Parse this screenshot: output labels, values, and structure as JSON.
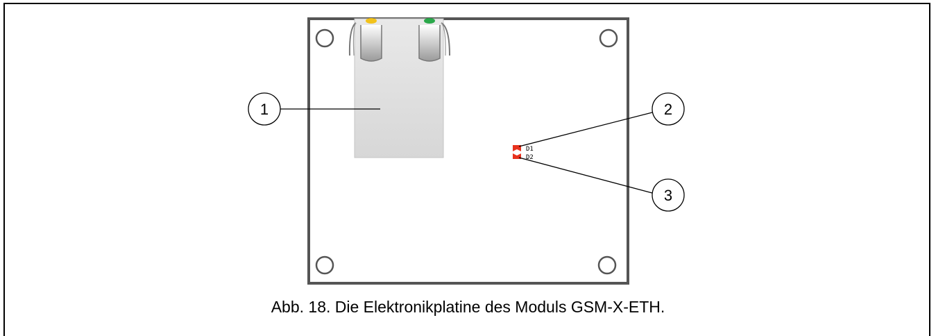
{
  "figure": {
    "caption": "Abb. 18. Die Elektronikplatine des Moduls GSM-X-ETH.",
    "callouts": [
      {
        "number": "1",
        "part": "ethernet-socket"
      },
      {
        "number": "2",
        "part": "led-d1"
      },
      {
        "number": "3",
        "part": "led-d2"
      }
    ],
    "leds": [
      {
        "label": "D1",
        "color": "#e8321e"
      },
      {
        "label": "D2",
        "color": "#e8321e"
      }
    ],
    "socket_led_colors": {
      "left": "#f2c21b",
      "right": "#2aa84a"
    },
    "board_outline_color": "#555555"
  }
}
